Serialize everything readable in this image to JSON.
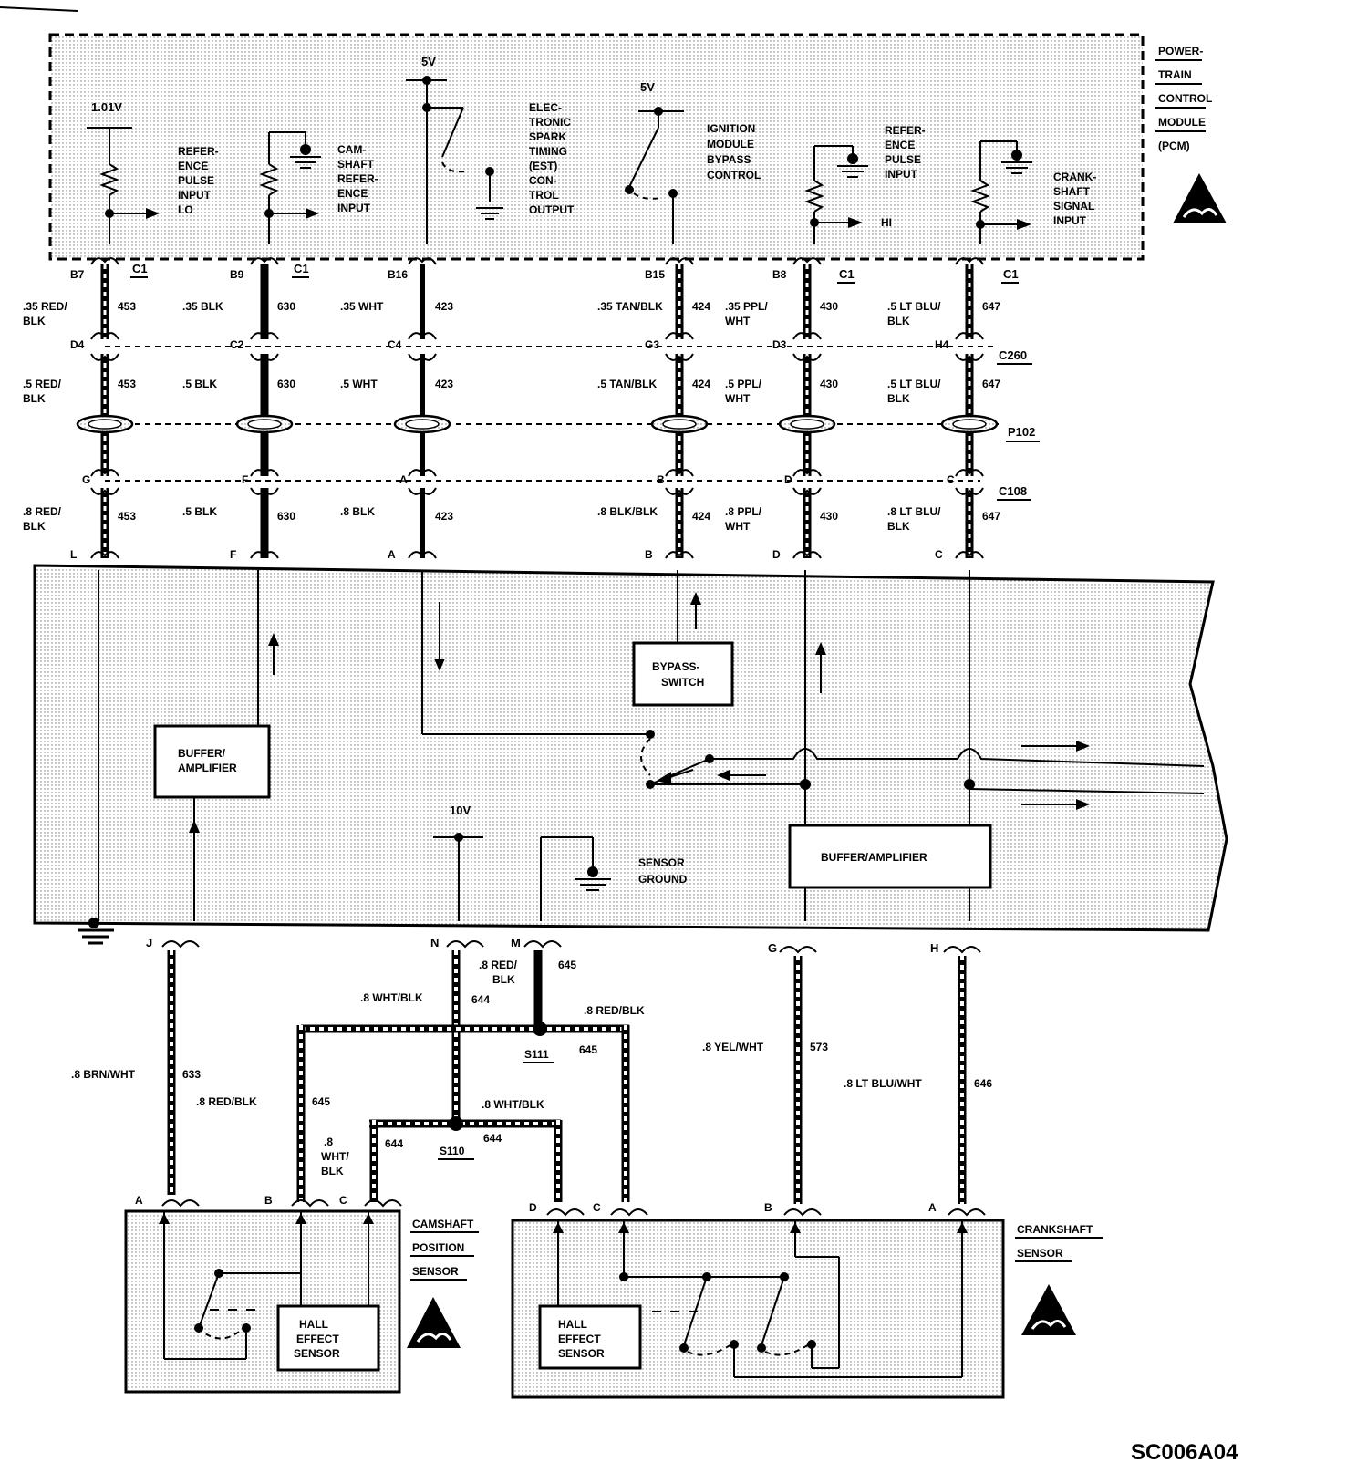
{
  "pcm": {
    "title_lines": [
      "POWER-",
      "TRAIN",
      "CONTROL",
      "MODULE",
      "(PCM)"
    ],
    "v101": "1.01V",
    "v5a": "5V",
    "v5b": "5V",
    "ref_lo": [
      "REFER-",
      "ENCE",
      "PULSE",
      "INPUT",
      "LO"
    ],
    "cam_ref": [
      "CAM-",
      "SHAFT",
      "REFER-",
      "ENCE",
      "INPUT"
    ],
    "est": [
      "ELEC-",
      "TRONIC",
      "SPARK",
      "TIMING",
      "(EST)",
      "CON-",
      "TROL",
      "OUTPUT"
    ],
    "bypass": [
      "IGNITION",
      "MODULE",
      "BYPASS",
      "CONTROL"
    ],
    "ref_hi": [
      "REFER-",
      "ENCE",
      "PULSE",
      "INPUT"
    ],
    "hi": "HI",
    "crank_in": [
      "CRANK-",
      "SHAFT",
      "SIGNAL",
      "INPUT"
    ]
  },
  "connectors": {
    "c1": "C1",
    "c260": "C260",
    "p102": "P102",
    "c108": "C108"
  },
  "circuits": [
    {
      "id": "c453",
      "pins": [
        "B7",
        "D4",
        "G",
        "L"
      ],
      "num": "453",
      "wires": [
        [
          ".35 RED/",
          "BLK"
        ],
        [
          ".5 RED/",
          "BLK"
        ],
        [
          ".8 RED/",
          "BLK"
        ]
      ]
    },
    {
      "id": "c630",
      "pins": [
        "B9",
        "C2",
        "F",
        "F"
      ],
      "num": "630",
      "wires": [
        [
          ".35 BLK"
        ],
        [
          ".5 BLK"
        ],
        [
          ".5 BLK"
        ]
      ]
    },
    {
      "id": "c423",
      "pins": [
        "B16",
        "C4",
        "A",
        "A"
      ],
      "num": "423",
      "wires": [
        [
          ".35 WHT"
        ],
        [
          ".5 WHT"
        ],
        [
          ".8 BLK"
        ]
      ]
    },
    {
      "id": "c424",
      "pins": [
        "B15",
        "G3",
        "B",
        "B"
      ],
      "num": "424",
      "wires": [
        [
          ".35 TAN/BLK"
        ],
        [
          ".5 TAN/BLK"
        ],
        [
          ".8 BLK/BLK"
        ]
      ]
    },
    {
      "id": "c430",
      "pins": [
        "B8",
        "D3",
        "D",
        "D"
      ],
      "num": "430",
      "wires": [
        [
          ".35 PPL/",
          "WHT"
        ],
        [
          ".5 PPL/",
          "WHT"
        ],
        [
          ".8 PPL/",
          "WHT"
        ]
      ]
    },
    {
      "id": "c647",
      "pins": [
        "",
        "H4",
        "C",
        "C"
      ],
      "num": "647",
      "wires": [
        [
          ".5 LT BLU/",
          "BLK"
        ],
        [
          ".5 LT BLU/",
          "BLK"
        ],
        [
          ".8 LT BLU/",
          "BLK"
        ]
      ]
    }
  ],
  "ignition_module": {
    "bypass_switch": [
      "BYPASS-",
      "SWITCH"
    ],
    "buffer_left": [
      "BUFFER/",
      "AMPLIFIER"
    ],
    "buffer_right": "BUFFER/AMPLIFIER",
    "v10": "10V",
    "sensor_ground": [
      "SENSOR",
      "GROUND"
    ],
    "pins_bottom": [
      "J",
      "N",
      "M",
      "G",
      "H"
    ]
  },
  "lower_wiring": {
    "brn_wht": ".8 BRN/WHT",
    "n633": "633",
    "red_blk_m": [
      ".8 RED/",
      "BLK"
    ],
    "n645": "645",
    "wht_blk_n": ".8 WHT/BLK",
    "n644": "644",
    "red_blk_right": ".8 RED/BLK",
    "s111": "S111",
    "red_blk_left": ".8 RED/BLK",
    "wht_blk_s110": ".8 WHT/BLK",
    "s110": "S110",
    "wht_blk_c": [
      ".8",
      "WHT/",
      "BLK"
    ],
    "yel_wht": ".8 YEL/WHT",
    "n573": "573",
    "lt_blu_wht": ".8 LT BLU/WHT",
    "n646": "646"
  },
  "camshaft_sensor": {
    "title_lines": [
      "CAMSHAFT",
      "POSITION",
      "SENSOR"
    ],
    "hall": [
      "HALL",
      "EFFECT",
      "SENSOR"
    ],
    "pins": [
      "A",
      "B",
      "C"
    ]
  },
  "crankshaft_sensor": {
    "title_lines": [
      "CRANKSHAFT",
      "SENSOR"
    ],
    "hall": [
      "HALL",
      "EFFECT",
      "SENSOR"
    ],
    "pins": [
      "D",
      "C",
      "B",
      "A"
    ]
  },
  "figure_id": "SC006A04"
}
